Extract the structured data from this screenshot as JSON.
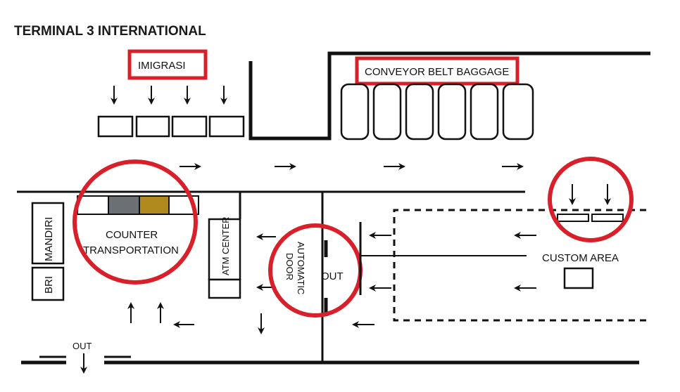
{
  "title": "TERMINAL 3 INTERNATIONAL",
  "labels": {
    "immigration": "IMIGRASI",
    "conveyor": "CONVEYOR BELT BAGGAGE",
    "counter_line1": "COUNTER",
    "counter_line2": "TRANSPORTATION",
    "atm": "ATM CENTER",
    "mandiri": "MANDIRI",
    "bri": "BRI",
    "automatic_line1": "AUTOMATIC",
    "automatic_line2": "DOOR",
    "out_door": "OUT",
    "custom": "CUSTOM AREA",
    "out_exit": "OUT"
  },
  "colors": {
    "highlight": "#d8202a",
    "counter_gray": "#6b7074",
    "counter_gold": "#b08a1e",
    "line": "#111111"
  }
}
